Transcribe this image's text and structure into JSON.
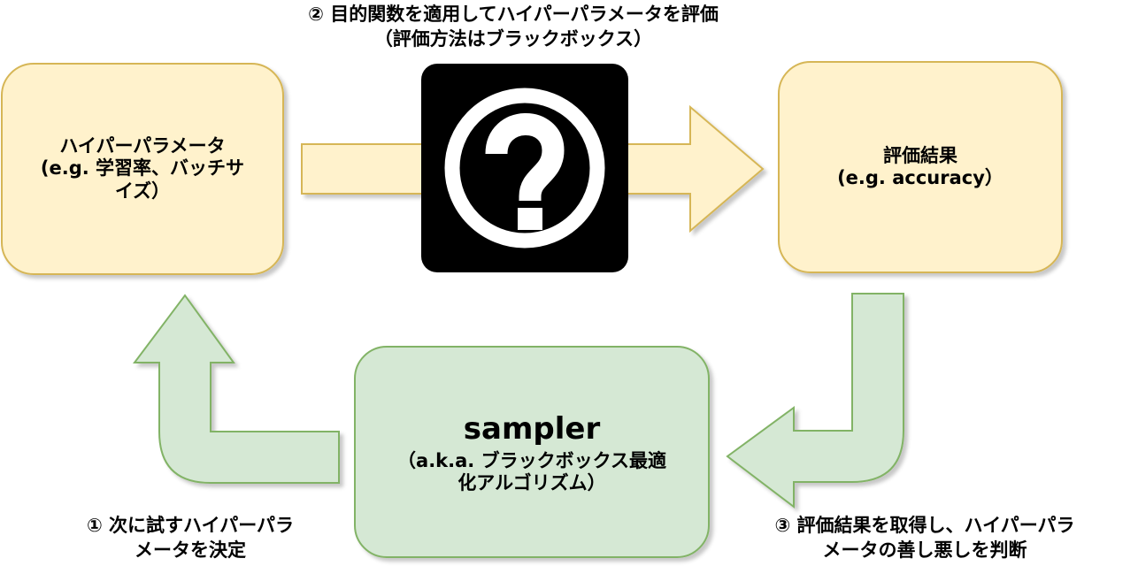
{
  "colors": {
    "yellow_fill": "#fff2cc",
    "yellow_stroke": "#d6b656",
    "green_fill": "#d5e8d4",
    "green_stroke": "#82b366",
    "black_box": "#000000"
  },
  "captions": {
    "top_line1": "② 目的関数を適用してハイパーパラメータを評価",
    "top_line2": "（評価方法はブラックボックス）",
    "left_line1": "① 次に試すハイパーパラ",
    "left_line2": "メータを決定",
    "right_line1": "③ 評価結果を取得し、ハイパーパラ",
    "right_line2": "メータの善し悪しを判断"
  },
  "boxes": {
    "hyperparameter": {
      "line1": "ハイパーパラメータ",
      "line2": "(e.g. 学習率、バッチサ",
      "line3": "イズ）"
    },
    "result": {
      "line1": "評価結果",
      "line2": "(e.g. accuracy）"
    },
    "sampler": {
      "title": "sampler",
      "line1": "（a.k.a. ブラックボックス最適",
      "line2": "化アルゴリズム）"
    }
  },
  "icons": {
    "blackbox": "question-mark-icon"
  }
}
